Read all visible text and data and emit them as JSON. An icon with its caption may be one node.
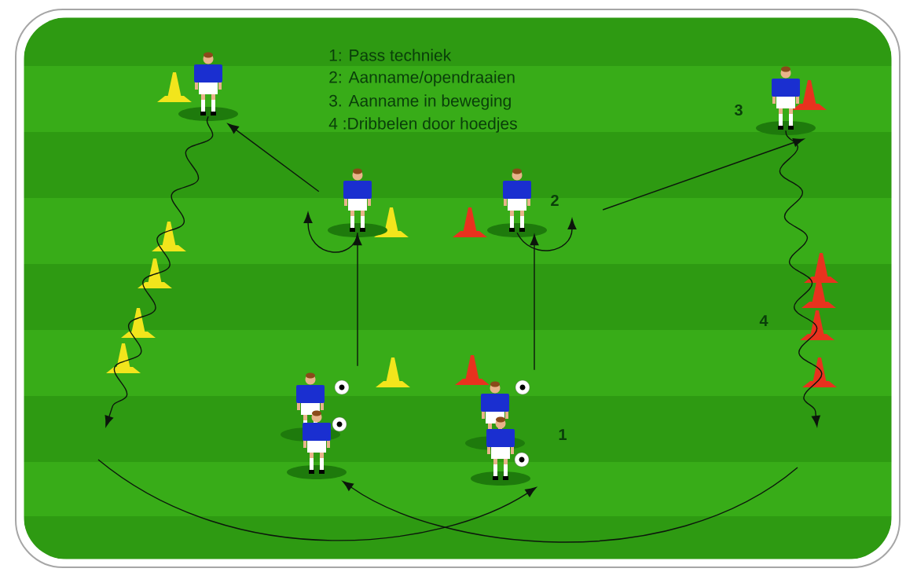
{
  "diagram": {
    "nodes": [
      {
        "text": [],
        "shape": "person"
      },
      {
        "text": [],
        "shape": "person"
      },
      {
        "text": [],
        "shape": "person"
      },
      {
        "text": [],
        "shape": "person"
      },
      {
        "text": [],
        "shape": "person"
      },
      {
        "text": [],
        "shape": "person"
      },
      {
        "text": [],
        "shape": "person"
      },
      {
        "text": [],
        "shape": "person"
      }
    ],
    "edges": [
      {
        "from": 4,
        "to": 2,
        "arrow": "to"
      },
      {
        "from": 6,
        "to": 3,
        "arrow": "to"
      },
      {
        "from": 2,
        "to": null,
        "arrow": "to"
      },
      {
        "from": 2,
        "to": 0,
        "arrow": "to"
      },
      {
        "from": 3,
        "to": null,
        "arrow": "to"
      },
      {
        "from": 3,
        "to": 1,
        "arrow": "to"
      },
      {
        "from": 0,
        "to": null,
        "arrow": "to"
      },
      {
        "from": 1,
        "to": null,
        "arrow": "to"
      },
      {
        "from": null,
        "to": 7,
        "arrow": "to"
      },
      {
        "from": null,
        "to": 5,
        "arrow": "to"
      }
    ],
    "labels": [
      "1: Pass techniek",
      "2: Aanname/opendraaien",
      "3. Aanname in beweging",
      "4 :Dribbelen door hoedjes",
      "2",
      "3",
      "4",
      "1"
    ]
  }
}
